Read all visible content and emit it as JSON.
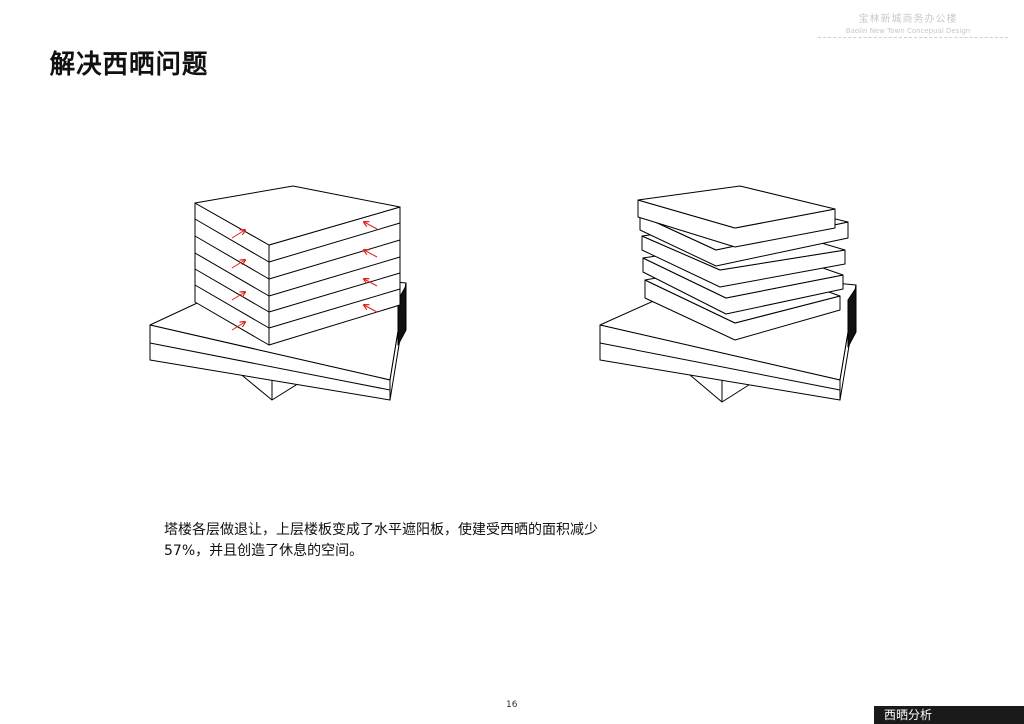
{
  "header": {
    "project_cn": "宝林新城商务办公楼",
    "project_en": "Baolin New Town Concepual Design"
  },
  "title": "解决西晒问题",
  "caption": {
    "line1": "塔楼各层做退让，上层楼板变成了水平遮阳板，使建受西晒的面积减少",
    "line2": "57%，并且创造了休息的空间。"
  },
  "footer": {
    "page_number": "16",
    "section": "西晒分析"
  },
  "colors": {
    "arrow": "#e0201c",
    "line": "#000000",
    "tab_bg": "#1a1a1a"
  }
}
